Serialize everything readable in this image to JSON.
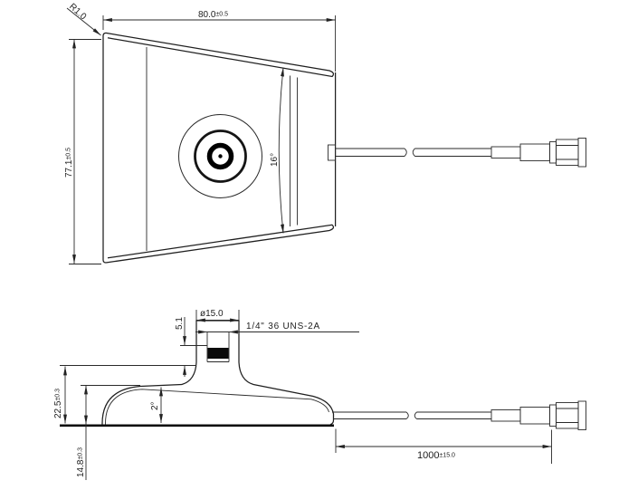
{
  "drawing": {
    "type": "technical-dimension-drawing",
    "subject": "patch antenna with coax cable and SMA connector, two orthographic views",
    "colors": {
      "line": "#1f1f1f",
      "background": "#ffffff"
    },
    "labels": {
      "top_view": {
        "corner_radius": "R1.0",
        "width": {
          "value": "80.0",
          "tol": "±0.5"
        },
        "height": {
          "value": "77.1",
          "tol": "±0.5"
        },
        "taper_angle": "16°"
      },
      "side_view": {
        "stud_diameter": "ø15.0",
        "stud_height": "5.1",
        "thread_spec": "1/4\" 36 UNS-2A",
        "overall_height": {
          "value": "22.5",
          "tol": "±0.3"
        },
        "draft_angle": "2°",
        "body_height": {
          "value": "14.8",
          "tol": "±0.3"
        },
        "cable_length": {
          "value": "1000",
          "tol": "±15.0"
        }
      }
    }
  }
}
